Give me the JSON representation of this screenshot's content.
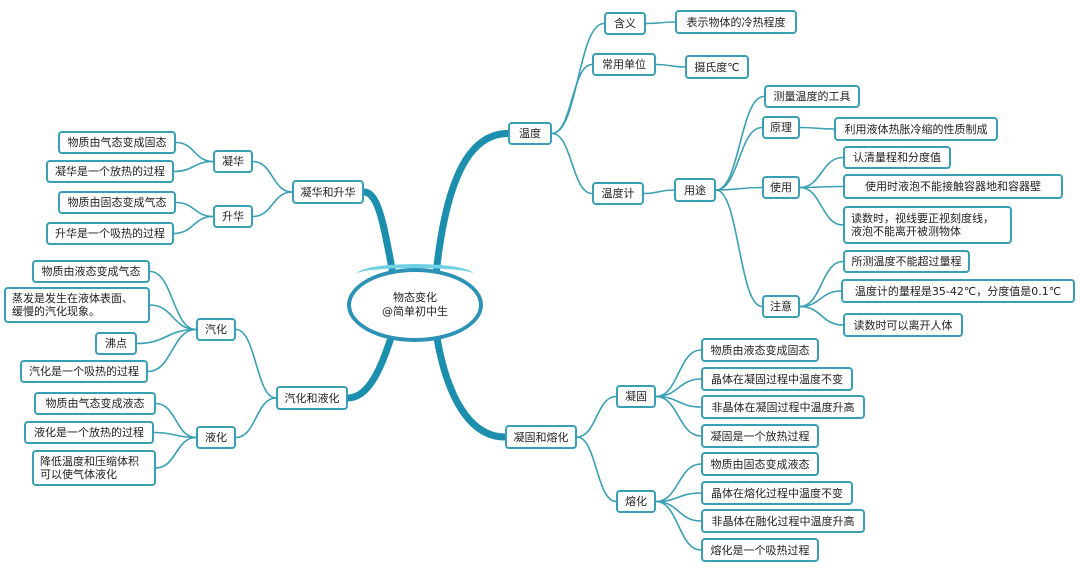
{
  "colors": {
    "branch": "#1c8faf",
    "line": "#3a9fb3",
    "node_border": "#3a9fb3",
    "root_ring": "#6fd0e3"
  },
  "root": {
    "title": "物态变化",
    "subtitle": "@简单初中生"
  },
  "branches": {
    "temperature": {
      "label": "温度",
      "meaning": {
        "label": "含义",
        "desc": "表示物体的冷热程度"
      },
      "unit": {
        "label": "常用单位",
        "value": "摄氏度℃"
      },
      "thermometer": {
        "label": "温度计",
        "usage": {
          "label": "用途",
          "tool": "测量温度的工具",
          "principle": {
            "label": "原理",
            "desc": "利用液体热胀冷缩的性质制成"
          },
          "use": {
            "label": "使用",
            "items": [
              "认清量程和分度值",
              "使用时液泡不能接触容器地和容器壁",
              "读数时，视线要正视刻度线，\n液泡不能离开被测物体"
            ]
          },
          "note": {
            "label": "注意",
            "items": [
              "所测温度不能超过量程",
              "温度计的量程是35-42℃，分度值是0.1℃",
              "读数时可以离开人体"
            ]
          }
        }
      }
    },
    "sublimation": {
      "label": "凝华和升华",
      "desublimation": {
        "label": "凝华",
        "items": [
          "物质由气态变成固态",
          "凝华是一个放热的过程"
        ]
      },
      "sublimation": {
        "label": "升华",
        "items": [
          "物质由固态变成气态",
          "升华是一个吸热的过程"
        ]
      }
    },
    "vaporization": {
      "label": "汽化和液化",
      "vaporize": {
        "label": "汽化",
        "items": [
          "物质由液态变成气态",
          "蒸发是发生在液体表面、\n缓慢的汽化现象。",
          "沸点",
          "汽化是一个吸热的过程"
        ]
      },
      "liquefy": {
        "label": "液化",
        "items": [
          "物质由气态变成液态",
          "液化是一个放热的过程",
          "降低温度和压缩体积\n可以使气体液化"
        ]
      }
    },
    "freezing": {
      "label": "凝固和熔化",
      "solidify": {
        "label": "凝固",
        "items": [
          "物质由液态变成固态",
          "晶体在凝固过程中温度不变",
          "非晶体在凝固过程中温度升高",
          "凝固是一个放热过程"
        ]
      },
      "melt": {
        "label": "熔化",
        "items": [
          "物质由固态变成液态",
          "晶体在熔化过程中温度不变",
          "非晶体在融化过程中温度升高",
          "熔化是一个吸热过程"
        ]
      }
    }
  }
}
